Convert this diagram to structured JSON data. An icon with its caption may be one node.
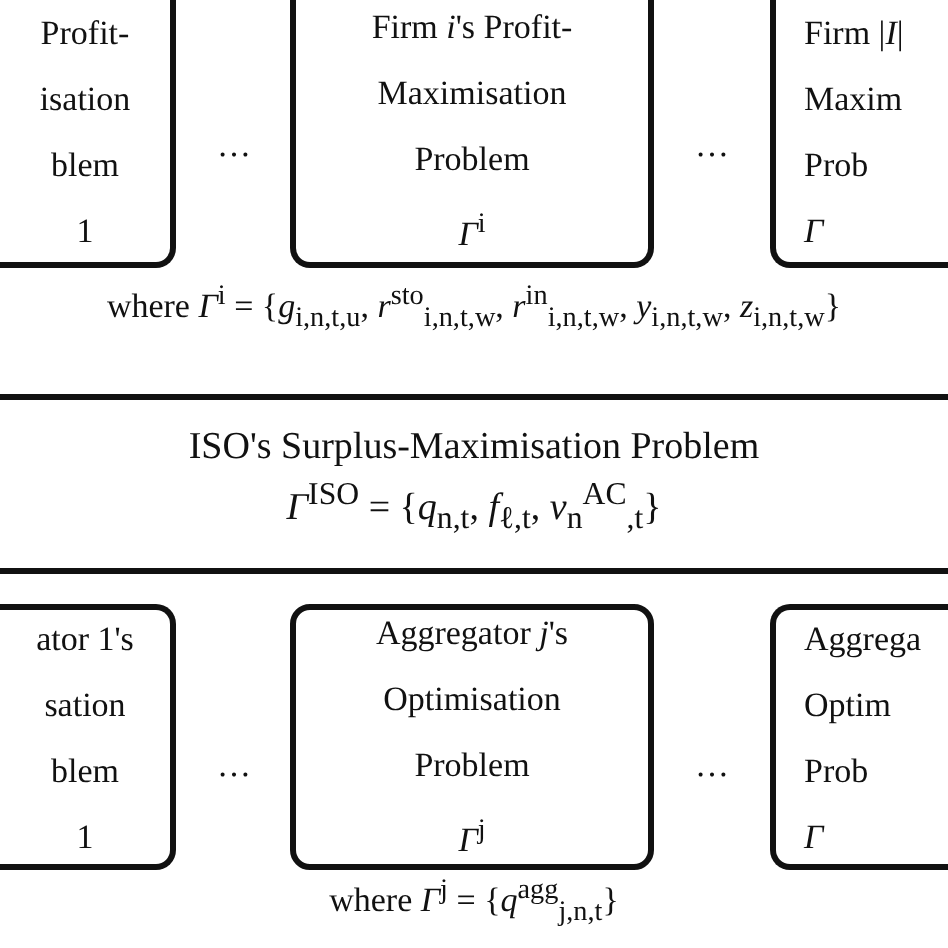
{
  "diagram": {
    "nodes": [
      {
        "text": [
          "Profit- isation blem",
          "1"
        ]
      },
      {
        "text": [
          "Firm *i*'s Profit- Maximisation Problem",
          "*Γ*$^{i}$"
        ]
      },
      {
        "text": [
          "Firm |*I*| Maxim Prob",
          "*Γ*"
        ]
      },
      {
        "text": [
          "ISO's Surplus-Maximisation Problem",
          "*Γ*$^{ISO}$ = {*q*$_{n,t}$, *f*$_{ℓ,t}$, *v*$_{n}$$^{AC}$$_{,t}$}"
        ]
      },
      {
        "text": [
          "ator 1's sation blem",
          "1"
        ]
      },
      {
        "text": [
          "Aggregator *j*'s Optimisation Problem",
          "*Γ*$^{j}$"
        ]
      },
      {
        "text": [
          "Aggrega Optim Prob",
          "*Γ*"
        ]
      }
    ],
    "labels": [
      "…",
      "…",
      "where *Γ*$^{i}$ = {*g*$_{i,n,t,u}$, *r*$^{sto}$$_{i,n,t,w}$, *r*$^{in}$$_{i,n,t,w}$, *y*$_{i,n,t,w}$, *z*$_{i,n,t,w}$}",
      "…",
      "…",
      "where *Γ*$^{j}$ = {*q*$^{agg}$$_{j,n,t}$}"
    ]
  }
}
